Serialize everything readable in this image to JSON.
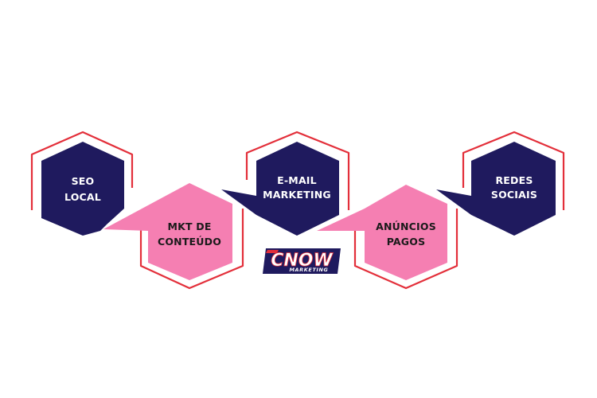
{
  "colors": {
    "navy": "#1f1a5e",
    "pink": "#f57fb2",
    "red_outline": "#e32f3a",
    "white": "#ffffff"
  },
  "steps": [
    {
      "line1": "SEO",
      "line2": "LOCAL",
      "fill": "navy"
    },
    {
      "line1": "MKT DE",
      "line2": "CONTEÚDO",
      "fill": "pink"
    },
    {
      "line1": "E-MAIL",
      "line2": "MARKETING",
      "fill": "navy"
    },
    {
      "line1": "ANÚNCIOS",
      "line2": "PAGOS",
      "fill": "pink"
    },
    {
      "line1": "REDES",
      "line2": "SOCIAIS",
      "fill": "navy"
    }
  ],
  "logo": {
    "main": "CNOW",
    "sub": "MARKETING"
  }
}
